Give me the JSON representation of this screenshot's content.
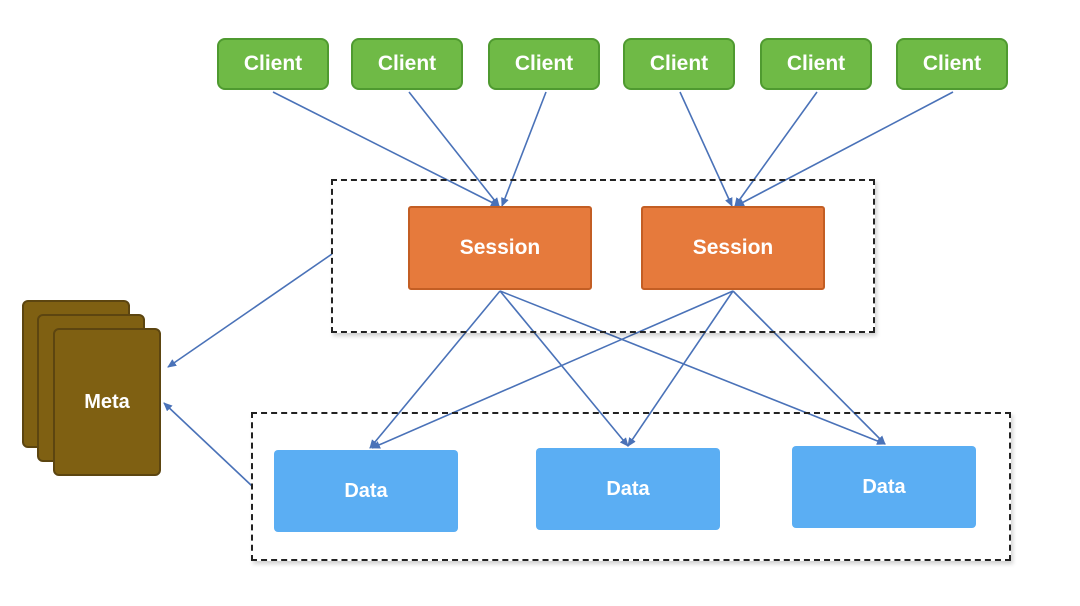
{
  "clients": [
    {
      "label": "Client"
    },
    {
      "label": "Client"
    },
    {
      "label": "Client"
    },
    {
      "label": "Client"
    },
    {
      "label": "Client"
    },
    {
      "label": "Client"
    }
  ],
  "sessions": [
    {
      "label": "Session"
    },
    {
      "label": "Session"
    }
  ],
  "data_nodes": [
    {
      "label": "Data"
    },
    {
      "label": "Data"
    },
    {
      "label": "Data"
    }
  ],
  "meta": {
    "label": "Meta"
  },
  "colors": {
    "client": "#6fba46",
    "session": "#e67a3c",
    "data": "#5baef3",
    "meta": "#7f6012",
    "arrow": "#4a72b8"
  }
}
